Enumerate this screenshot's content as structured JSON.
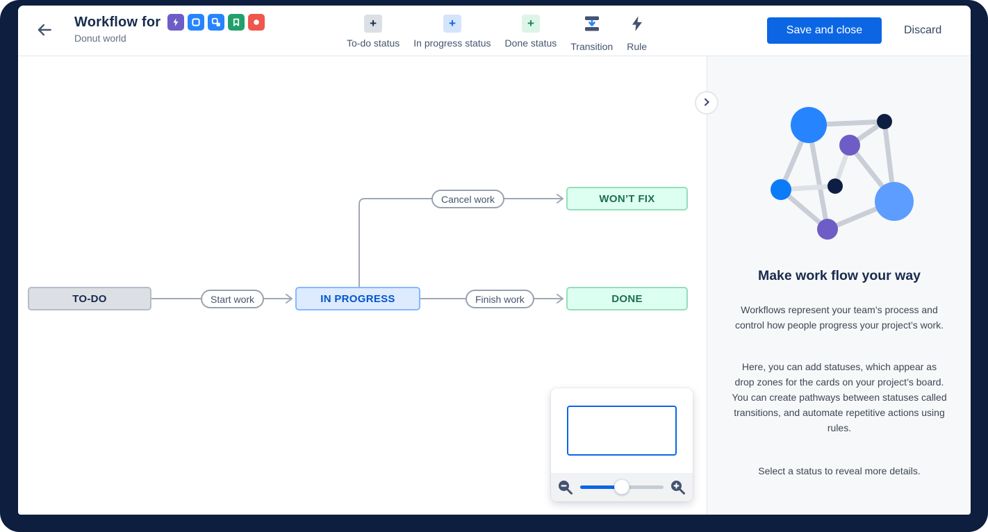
{
  "colors": {
    "frame": "#0d1e3e",
    "accent": "#0c66e4",
    "header_text": "#172b4d",
    "muted_text": "#626f86",
    "toolbar_text": "#44546f",
    "todo_bg": "#dcdfe4",
    "inprogress_bg": "#deebff",
    "done_bg": "#dcfff1",
    "sidebar_bg": "#f7f8f9"
  },
  "header": {
    "title": "Workflow for",
    "subtitle": "Donut world",
    "issue_icons": [
      {
        "name": "epic",
        "color": "#6e5dc6"
      },
      {
        "name": "task",
        "color": "#2684ff"
      },
      {
        "name": "subtask",
        "color": "#2684ff"
      },
      {
        "name": "story",
        "color": "#22a06b"
      },
      {
        "name": "bug",
        "color": "#f1554c"
      }
    ],
    "toolbar": [
      {
        "label": "To-do status"
      },
      {
        "label": "In progress status"
      },
      {
        "label": "Done status"
      },
      {
        "label": "Transition"
      },
      {
        "label": "Rule"
      }
    ],
    "save_button": "Save and close",
    "discard_button": "Discard"
  },
  "workflow": {
    "statuses": [
      {
        "label": "TO-DO",
        "category": "todo"
      },
      {
        "label": "IN PROGRESS",
        "category": "inprogress"
      },
      {
        "label": "DONE",
        "category": "done"
      },
      {
        "label": "WON’T FIX",
        "category": "done"
      }
    ],
    "transitions": [
      {
        "label": "Start work",
        "from": "TO-DO",
        "to": "IN PROGRESS"
      },
      {
        "label": "Finish work",
        "from": "IN PROGRESS",
        "to": "DONE"
      },
      {
        "label": "Cancel work",
        "from": "IN PROGRESS",
        "to": "WON’T FIX"
      }
    ]
  },
  "sidebar": {
    "heading": "Make work flow your way",
    "paragraphs": [
      "Workflows represent your team’s process and control how people progress your project’s work.",
      "Here, you can add statuses, which appear as drop zones for the cards on your project’s board. You can create pathways between statuses called transitions, and automate repetitive actions using rules.",
      "Select a status to reveal more details."
    ]
  }
}
